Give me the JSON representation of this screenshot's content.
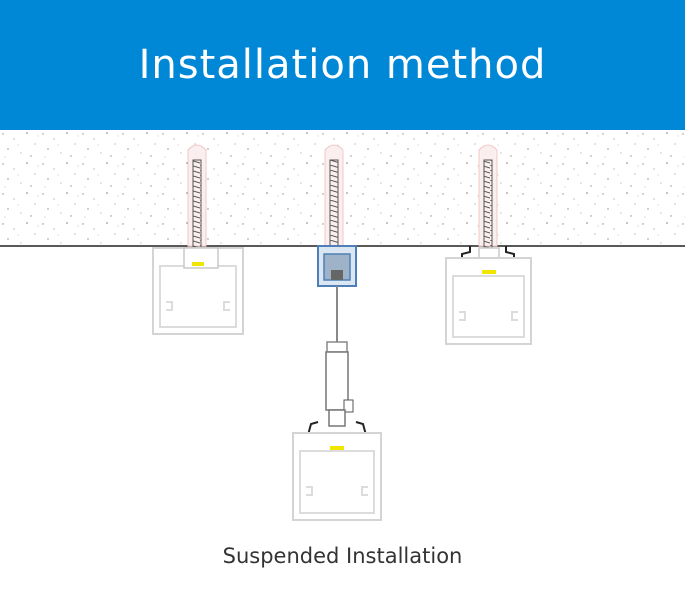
{
  "header": {
    "title": "Installation method",
    "background_color": "#0087d6"
  },
  "caption": {
    "text": "Suspended Installation"
  },
  "icons": [
    "ceiling-concrete",
    "screw-anchor",
    "surface-mount-profile",
    "clip-mount-profile",
    "suspension-cable",
    "suspended-profile",
    "led-strip"
  ],
  "colors": {
    "profile_outline": "#d4d4d4",
    "screw": "#555555",
    "led": "#f2e600",
    "mount_bracket": "#4f7fb8"
  }
}
